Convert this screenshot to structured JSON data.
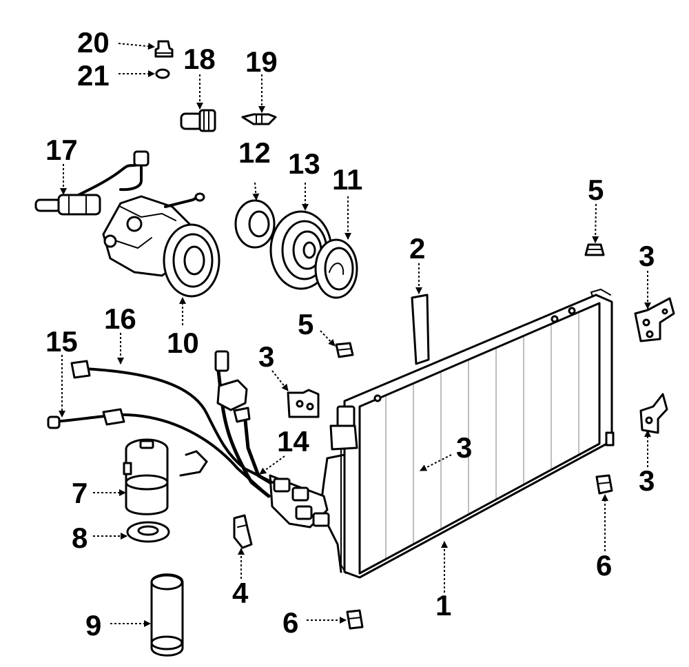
{
  "callouts": {
    "c1": "1",
    "c2": "2",
    "c3a": "3",
    "c3b": "3",
    "c3c": "3",
    "c3d": "3",
    "c4": "4",
    "c5a": "5",
    "c5b": "5",
    "c6a": "6",
    "c6b": "6",
    "c7": "7",
    "c8": "8",
    "c9": "9",
    "c10": "10",
    "c11": "11",
    "c12": "12",
    "c13": "13",
    "c14": "14",
    "c15": "15",
    "c16": "16",
    "c17": "17",
    "c18": "18",
    "c19": "19",
    "c20": "20",
    "c21": "21"
  },
  "colors": {
    "ink": "#000000",
    "background": "#ffffff"
  }
}
